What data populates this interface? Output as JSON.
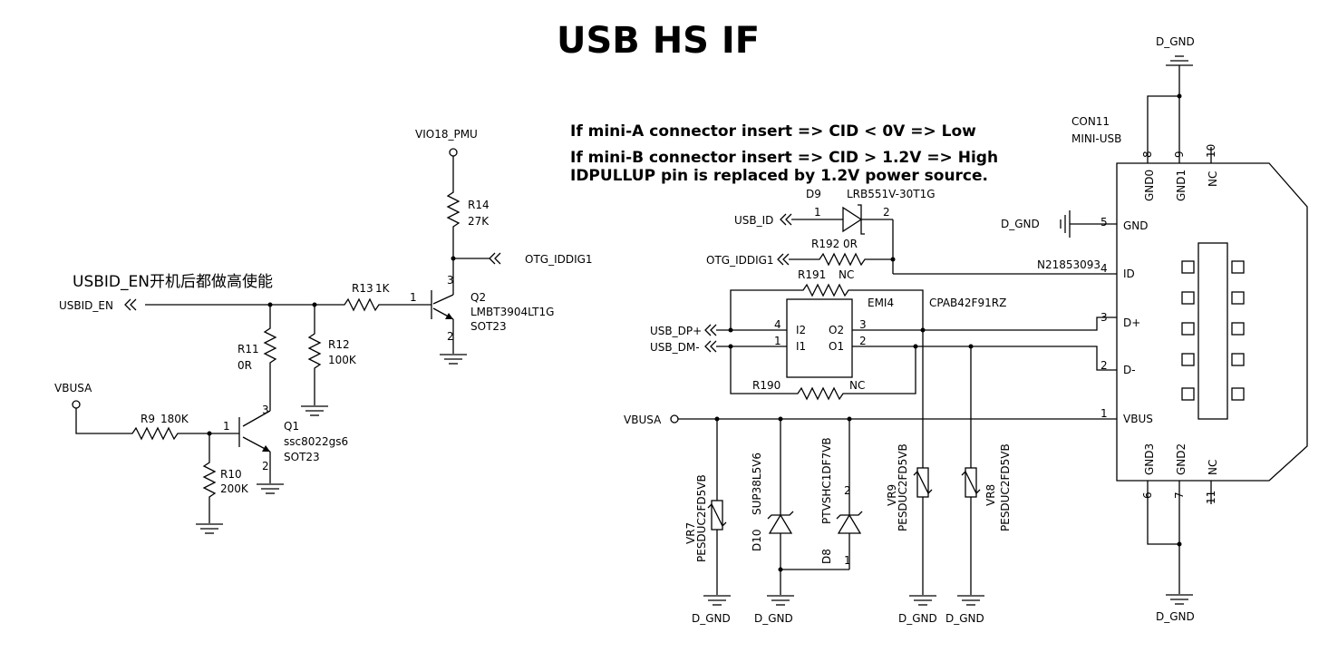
{
  "title": "USB HS IF",
  "notes": {
    "line1": "If mini-A connector insert => CID < 0V => Low",
    "line2": "If mini-B connector insert => CID > 1.2V => High",
    "line3": "IDPULLUP pin is replaced by 1.2V power source.",
    "usbid_comment": "USBID_EN开机后都做高使能"
  },
  "nets": {
    "vio18": "VIO18_PMU",
    "otg_iddig1_right": "OTG_IDDIG1",
    "otg_iddig1_left": "OTG_IDDIG1",
    "usbid_en": "USBID_EN",
    "vbusa_left": "VBUSA",
    "vbusa_mid": "VBUSA",
    "usb_id": "USB_ID",
    "usb_dp": "USB_DP+",
    "usb_dm": "USB_DM-",
    "dgnd": "D_GND"
  },
  "components": {
    "r14": {
      "ref": "R14",
      "value": "27K"
    },
    "r13": {
      "ref": "R13",
      "value": "1K"
    },
    "r12": {
      "ref": "R12",
      "value": "100K"
    },
    "r11": {
      "ref": "R11",
      "value": "0R"
    },
    "r9": {
      "ref": "R9",
      "value": "180K"
    },
    "r10": {
      "ref": "R10",
      "value": "200K"
    },
    "q2": {
      "ref": "Q2",
      "part": "LMBT3904LT1G",
      "pkg": "SOT23"
    },
    "q1": {
      "ref": "Q1",
      "part": "ssc8022gs6",
      "pkg": "SOT23"
    },
    "d9": {
      "ref": "D9",
      "part": "LRB551V-30T1G"
    },
    "r192": {
      "ref": "R192",
      "value": "0R"
    },
    "r191": {
      "ref": "R191",
      "value": "NC"
    },
    "r190": {
      "ref": "R190",
      "value": "NC"
    },
    "emi4": {
      "ref": "EMI4",
      "part": "CPAB42F91RZ",
      "p_i2": "I2",
      "p_i1": "I1",
      "p_o2": "O2",
      "p_o1": "O1"
    },
    "vr7": {
      "ref": "VR7",
      "part": "PESDUC2FD5VB"
    },
    "vr9": {
      "ref": "VR9",
      "part": "PESDUC2FD5VB"
    },
    "vr8": {
      "ref": "VR8",
      "part": "PESDUC2FD5VB"
    },
    "d10": {
      "ref": "D10",
      "part": "SUP38L5V6"
    },
    "d8": {
      "ref": "D8",
      "part": "PTVSHC1DF7VB"
    },
    "con11": {
      "ref": "CON11",
      "part": "MINI-USB",
      "ref2": "N21853093"
    }
  },
  "connector_pins": {
    "gnd0": "GND0",
    "gnd1": "GND1",
    "nc_top": "NC",
    "gnd": "GND",
    "id": "ID",
    "dp": "D+",
    "dm": "D-",
    "vbus": "VBUS",
    "gnd3": "GND3",
    "gnd2": "GND2",
    "nc_bottom": "NC"
  },
  "pin_numbers": {
    "q2_b": "1",
    "q2_c": "3",
    "q2_e": "2",
    "q1_b": "1",
    "q1_c": "3",
    "q1_e": "2",
    "d9_a": "1",
    "d9_k": "2",
    "emi_4": "4",
    "emi_1": "1",
    "emi_3": "3",
    "emi_2": "2",
    "d8_2": "2",
    "d8_1": "1",
    "con_8": "8",
    "con_9": "9",
    "con_10": "10",
    "con_5": "5",
    "con_4": "4",
    "con_3": "3",
    "con_2": "2",
    "con_1": "1",
    "con_6": "6",
    "con_7": "7",
    "con_11": "11"
  }
}
